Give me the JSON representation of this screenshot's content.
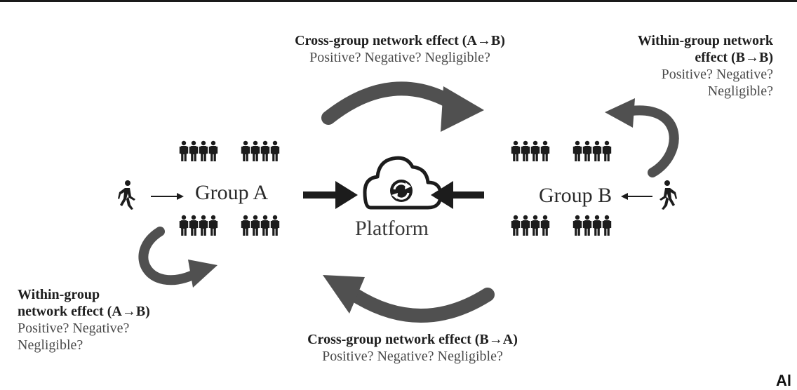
{
  "diagram": {
    "nodes": {
      "group_a": "Group A",
      "group_b": "Group B",
      "platform": "Platform"
    },
    "labels": {
      "cross_ab": {
        "title": "Cross-group network effect (A→B)",
        "sub": "Positive? Negative? Negligible?"
      },
      "within_bb": {
        "title_1": "Within-group network",
        "title_2": "effect (B→B)",
        "sub_1": "Positive? Negative?",
        "sub_2": "Negligible?"
      },
      "within_ab": {
        "title_1": "Within-group",
        "title_2": "network effect (A→B)",
        "sub_1": "Positive? Negative?",
        "sub_2": "Negligible?"
      },
      "cross_ba": {
        "title": "Cross-group network effect (B→A)",
        "sub": "Positive? Negative? Negligible?"
      }
    },
    "corner_mark": "Al",
    "colors": {
      "arrow": "#505050",
      "figure": "#1c1c1c",
      "text": "#1e1e1e",
      "subtext": "#4a4a4a"
    },
    "icons": [
      "walking-person-icon",
      "person-group-icon",
      "cloud-sync-icon",
      "curved-arrow-icon"
    ]
  }
}
